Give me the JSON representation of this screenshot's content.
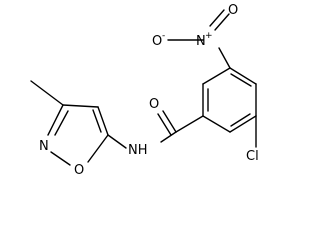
{
  "molecule": {
    "atom_labels": {
      "oxide_oxygen": "O",
      "oxide_charge": "-",
      "nitro_nitrogen": "N",
      "nitro_charge": "+",
      "nitro_oxygen": "O",
      "carbonyl_oxygen": "O",
      "amide_nh": "NH",
      "ring_nitrogen": "N",
      "ring_oxygen": "O",
      "chlorine": "Cl"
    }
  }
}
